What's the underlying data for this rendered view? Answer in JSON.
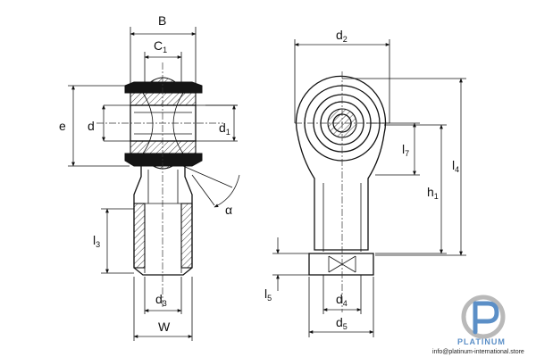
{
  "labels": {
    "B": "B",
    "C": "C",
    "C_sub": "1",
    "e": "e",
    "d": "d",
    "d1": "d",
    "d1_sub": "1",
    "d2": "d",
    "d2_sub": "2",
    "d3": "d",
    "d3_sub": "3",
    "d4": "d",
    "d4_sub": "4",
    "d5": "d",
    "d5_sub": "5",
    "l3": "l",
    "l3_sub": "3",
    "l4": "l",
    "l4_sub": "4",
    "l5": "l",
    "l5_sub": "5",
    "l7": "l",
    "l7_sub": "7",
    "h1": "h",
    "h1_sub": "1",
    "W": "W",
    "alpha": "α"
  },
  "logo": {
    "brand": "PLATINUM",
    "email": "info@platinum-international.store",
    "colors": {
      "blue": "#5b8fc7",
      "grey": "#8a8a8a"
    }
  }
}
